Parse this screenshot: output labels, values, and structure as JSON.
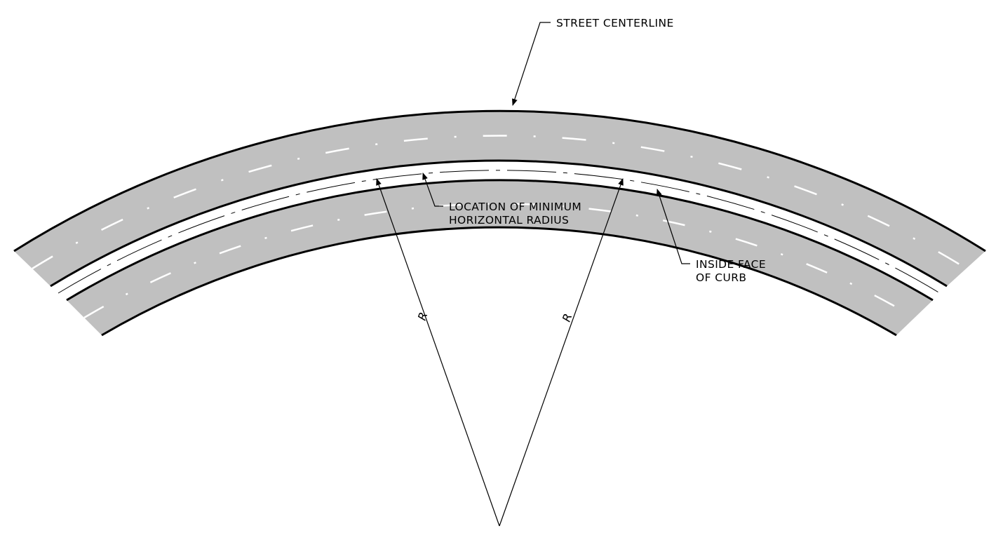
{
  "labels": {
    "street_centerline": "STREET CENTERLINE",
    "min_radius_line1": "LOCATION OF MINIMUM",
    "min_radius_line2": "HORIZONTAL RADIUS",
    "curb_line1": "INSIDE FACE",
    "curb_line2": "OF CURB",
    "radius_left": "R",
    "radius_right": "R"
  },
  "colors": {
    "pavement": "#c0c0c0",
    "line": "#000000",
    "lane_marking": "#ffffff",
    "background": "#ffffff"
  }
}
